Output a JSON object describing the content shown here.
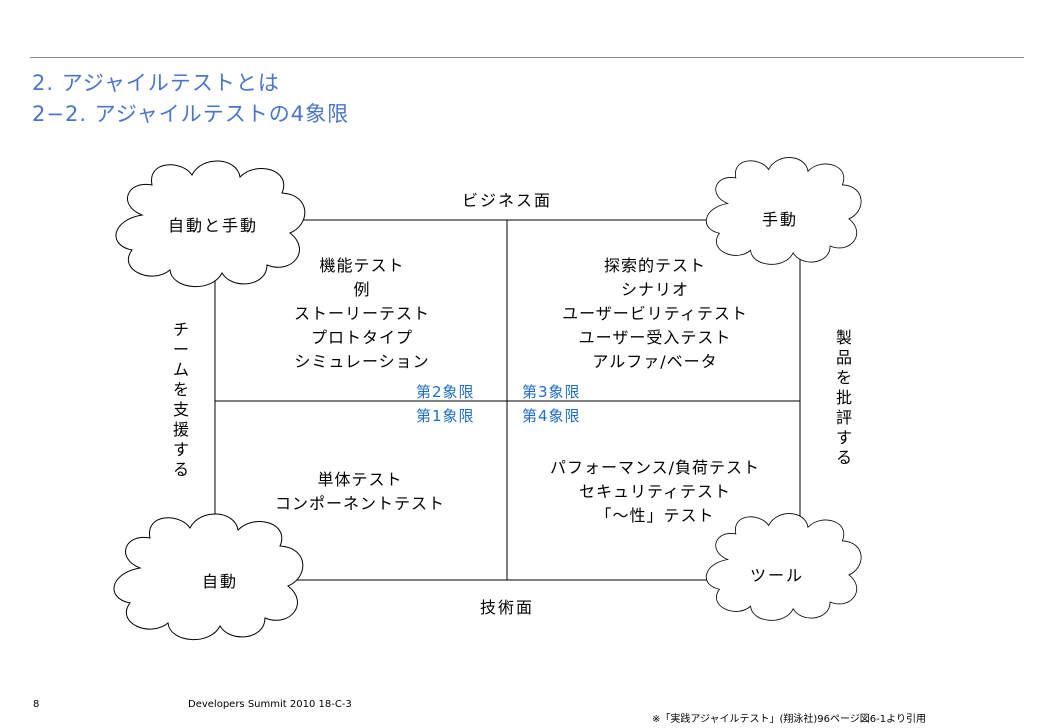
{
  "header": {
    "title1": "2. アジャイルテストとは",
    "title2": "2−2. アジャイルテストの4象限"
  },
  "axes": {
    "top": "ビジネス面",
    "bottom": "技術面",
    "left": "チームを支援する",
    "right": "製品を批評する"
  },
  "clouds": {
    "top_left": "自動と手動",
    "top_right": "手動",
    "bottom_left": "自動",
    "bottom_right": "ツール"
  },
  "quadrants": {
    "q2_label": "第2象限",
    "q3_label": "第3象限",
    "q1_label": "第1象限",
    "q4_label": "第4象限",
    "q2_items": [
      "機能テスト",
      "例",
      "ストーリーテスト",
      "プロトタイプ",
      "シミュレーション"
    ],
    "q3_items": [
      "探索的テスト",
      "シナリオ",
      "ユーザービリティテスト",
      "ユーザー受入テスト",
      "アルファ/ベータ"
    ],
    "q1_items": [
      "単体テスト",
      "コンポーネントテスト"
    ],
    "q4_items": [
      "パフォーマンス/負荷テスト",
      "セキュリティテスト",
      "「〜性」テスト"
    ]
  },
  "footer": {
    "page_number": "8",
    "event": "Developers Summit 2010 18-C-3",
    "citation": "※「実践アジャイルテスト」(翔泳社)96ページ図6-1より引用"
  }
}
